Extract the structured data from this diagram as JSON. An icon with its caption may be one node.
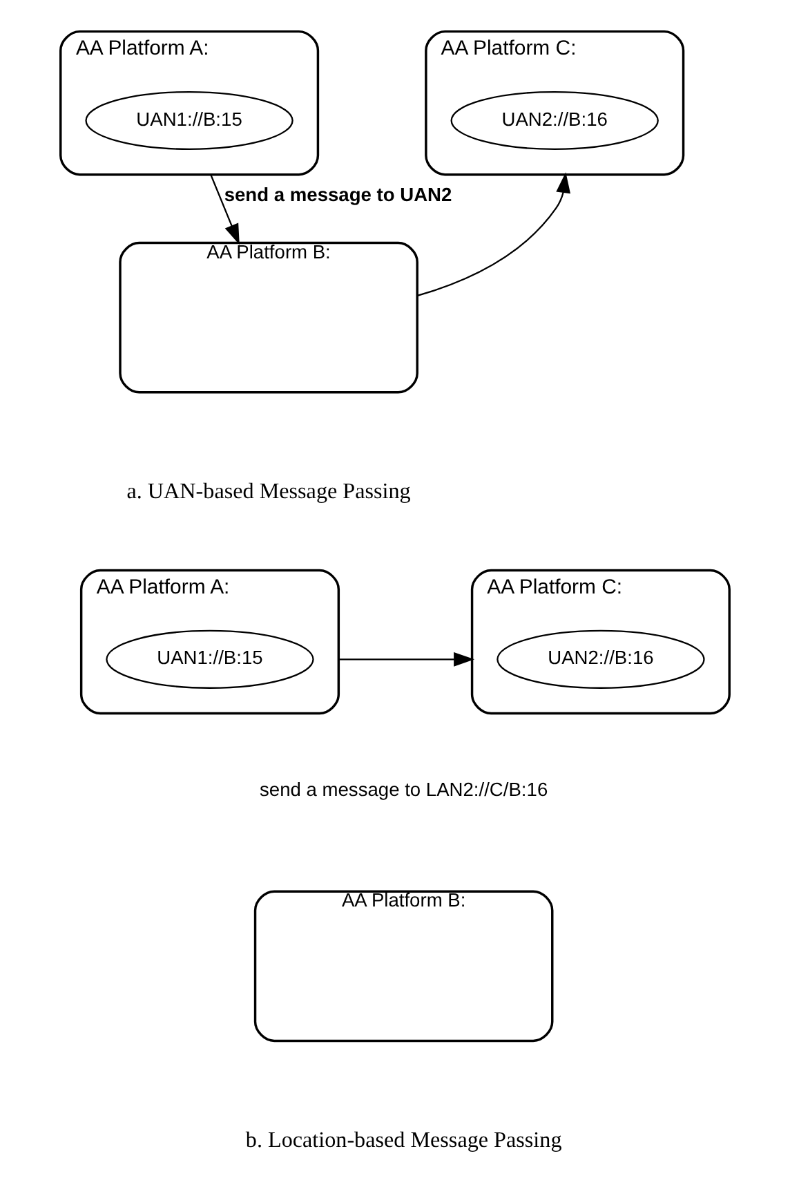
{
  "diagram": {
    "nodes": [
      {
        "text": [
          "AA Platform A:"
        ]
      },
      {
        "text": [
          "UAN1://B:15"
        ],
        "in": 0
      },
      {
        "text": [
          "AA Platform C:"
        ]
      },
      {
        "text": [
          "UAN2://B:16"
        ],
        "in": 2
      },
      {
        "text": [
          "AA Platform B:"
        ]
      },
      {
        "text": [
          "AA Platform A:"
        ]
      },
      {
        "text": [
          "UAN1://B:15"
        ],
        "in": 5
      },
      {
        "text": [
          "AA Platform C:"
        ]
      },
      {
        "text": [
          "UAN2://B:16"
        ],
        "in": 7
      },
      {
        "text": [
          "AA Platform B:"
        ]
      }
    ],
    "edges": [
      {
        "from": 0,
        "to": 4,
        "arrow": "to",
        "label": "send a message to UAN2"
      },
      {
        "from": 4,
        "to": 2,
        "arrow": "to"
      },
      {
        "from": 5,
        "to": 7,
        "arrow": "to"
      }
    ],
    "labels": [
      "a. UAN-based Message Passing",
      "send a message to LAN2://C/B:16",
      "b. Location-based Message Passing"
    ]
  }
}
